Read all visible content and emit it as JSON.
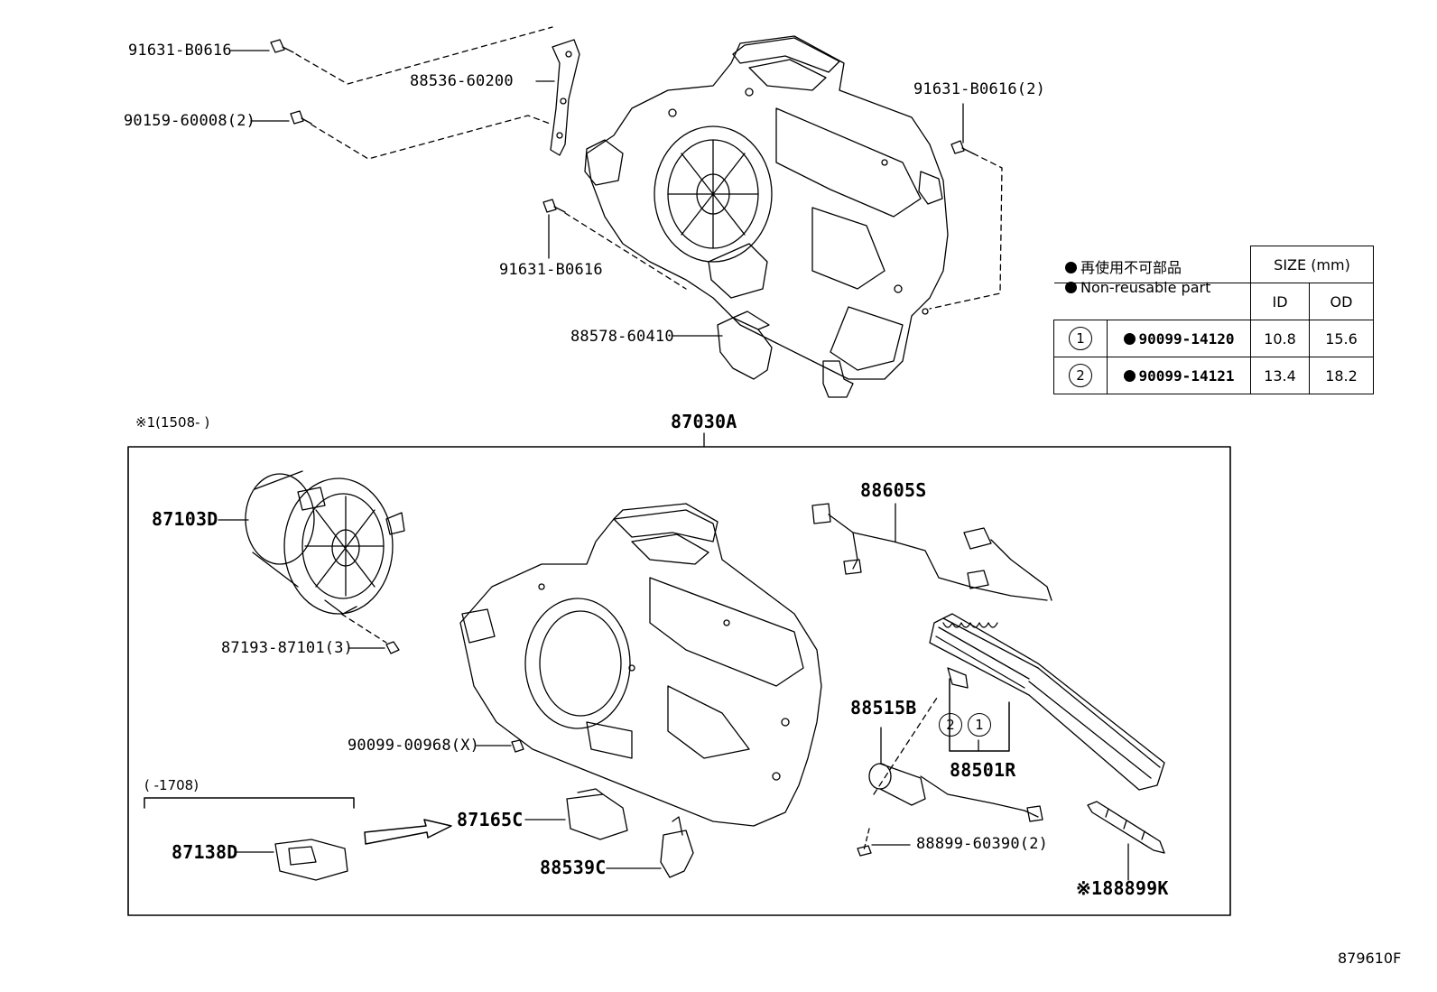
{
  "top_labels": {
    "l1": "91631-B0616",
    "l2": "88536-60200",
    "l3": "90159-60008(2)",
    "l4": "91631-B0616(2)",
    "l5": "91631-B0616",
    "l6": "88578-60410"
  },
  "legend": {
    "jp": "再使用不可部品",
    "en": "Non-reusable part"
  },
  "table": {
    "size_header": "SIZE (mm)",
    "id_header": "ID",
    "od_header": "OD",
    "rows": [
      {
        "num": "1",
        "part": "90099-14120",
        "id": "10.8",
        "od": "15.6"
      },
      {
        "num": "2",
        "part": "90099-14121",
        "id": "13.4",
        "od": "18.2"
      }
    ]
  },
  "box": {
    "note_left": "※1(1508-   )",
    "assembly": "87030A",
    "range_note": "(   -1708)",
    "labels": {
      "blower": "87103D",
      "screw_blower": "87193-87101(3)",
      "screw_case": "90099-00968(X)",
      "resistor_old": "87138D",
      "resistor_new": "87165C",
      "drain": "88539C",
      "harness": "88605S",
      "valve": "88515B",
      "evap": "88501R",
      "screw_valve": "88899-60390(2)",
      "bracket": "※188899K",
      "circle2": "2",
      "circle1": "1"
    }
  },
  "footer_code": "879610F"
}
